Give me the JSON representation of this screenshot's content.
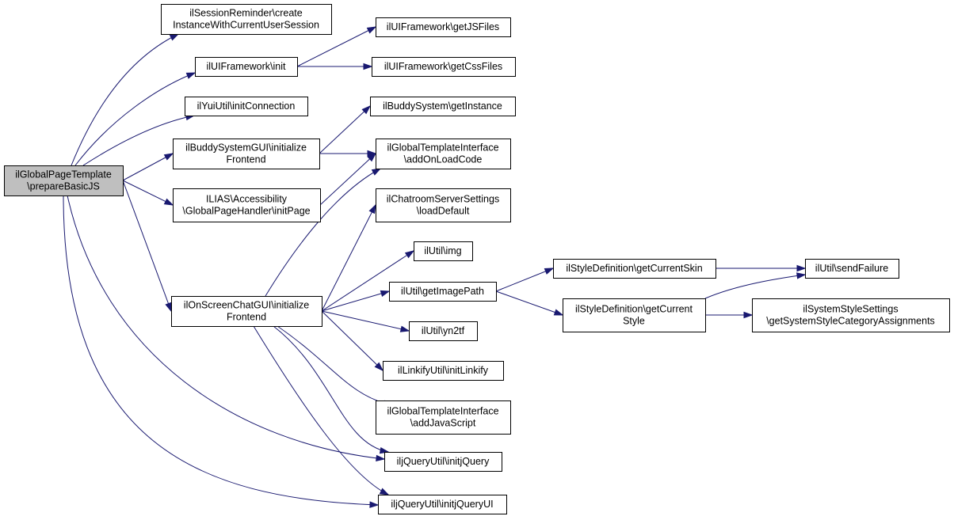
{
  "colors": {
    "edge": "#191970",
    "root_fill": "#bfbfbf",
    "node_fill": "#ffffff",
    "border": "#000000"
  },
  "nodes": [
    {
      "id": "root",
      "lines": [
        "ilGlobalPageTemplate",
        "\\prepareBasicJS"
      ],
      "root": true
    },
    {
      "id": "sessRem",
      "lines": [
        "ilSessionReminder\\create",
        "InstanceWithCurrentUserSession"
      ]
    },
    {
      "id": "uiInit",
      "lines": [
        "ilUIFramework\\init"
      ]
    },
    {
      "id": "getJS",
      "lines": [
        "ilUIFramework\\getJSFiles"
      ]
    },
    {
      "id": "getCss",
      "lines": [
        "ilUIFramework\\getCssFiles"
      ]
    },
    {
      "id": "yui",
      "lines": [
        "ilYuiUtil\\initConnection"
      ]
    },
    {
      "id": "buddyGUI",
      "lines": [
        "ilBuddySystemGUI\\initialize",
        "Frontend"
      ]
    },
    {
      "id": "buddyInst",
      "lines": [
        "ilBuddySystem\\getInstance"
      ]
    },
    {
      "id": "addOnLoad",
      "lines": [
        "ilGlobalTemplateInterface",
        "\\addOnLoadCode"
      ]
    },
    {
      "id": "access",
      "lines": [
        "ILIAS\\Accessibility",
        "\\GlobalPageHandler\\initPage"
      ]
    },
    {
      "id": "chatSrv",
      "lines": [
        "ilChatroomServerSettings",
        "\\loadDefault"
      ]
    },
    {
      "id": "img",
      "lines": [
        "ilUtil\\img"
      ]
    },
    {
      "id": "imgPath",
      "lines": [
        "ilUtil\\getImagePath"
      ]
    },
    {
      "id": "curSkin",
      "lines": [
        "ilStyleDefinition\\getCurrentSkin"
      ]
    },
    {
      "id": "sendFail",
      "lines": [
        "ilUtil\\sendFailure"
      ]
    },
    {
      "id": "osc",
      "lines": [
        "ilOnScreenChatGUI\\initialize",
        "Frontend"
      ]
    },
    {
      "id": "curStyle",
      "lines": [
        "ilStyleDefinition\\getCurrent",
        "Style"
      ]
    },
    {
      "id": "sysStyle",
      "lines": [
        "ilSystemStyleSettings",
        "\\getSystemStyleCategoryAssignments"
      ]
    },
    {
      "id": "yn2tf",
      "lines": [
        "ilUtil\\yn2tf"
      ]
    },
    {
      "id": "linkify",
      "lines": [
        "ilLinkifyUtil\\initLinkify"
      ]
    },
    {
      "id": "addJS",
      "lines": [
        "ilGlobalTemplateInterface",
        "\\addJavaScript"
      ]
    },
    {
      "id": "jq",
      "lines": [
        "iljQueryUtil\\initjQuery"
      ]
    },
    {
      "id": "jqui",
      "lines": [
        "iljQueryUtil\\initjQueryUI"
      ]
    }
  ],
  "edges": [
    [
      "root",
      "sessRem"
    ],
    [
      "root",
      "uiInit"
    ],
    [
      "root",
      "yui"
    ],
    [
      "root",
      "buddyGUI"
    ],
    [
      "root",
      "access"
    ],
    [
      "root",
      "osc"
    ],
    [
      "root",
      "jq"
    ],
    [
      "root",
      "jqui"
    ],
    [
      "uiInit",
      "getJS"
    ],
    [
      "uiInit",
      "getCss"
    ],
    [
      "buddyGUI",
      "buddyInst"
    ],
    [
      "buddyGUI",
      "addOnLoad"
    ],
    [
      "access",
      "addOnLoad"
    ],
    [
      "osc",
      "addOnLoad"
    ],
    [
      "osc",
      "chatSrv"
    ],
    [
      "osc",
      "img"
    ],
    [
      "osc",
      "imgPath"
    ],
    [
      "osc",
      "yn2tf"
    ],
    [
      "osc",
      "linkify"
    ],
    [
      "osc",
      "addJS"
    ],
    [
      "osc",
      "jq"
    ],
    [
      "osc",
      "jqui"
    ],
    [
      "imgPath",
      "curSkin"
    ],
    [
      "imgPath",
      "curStyle"
    ],
    [
      "curSkin",
      "sendFail"
    ],
    [
      "curStyle",
      "sendFail"
    ],
    [
      "curStyle",
      "sysStyle"
    ]
  ]
}
